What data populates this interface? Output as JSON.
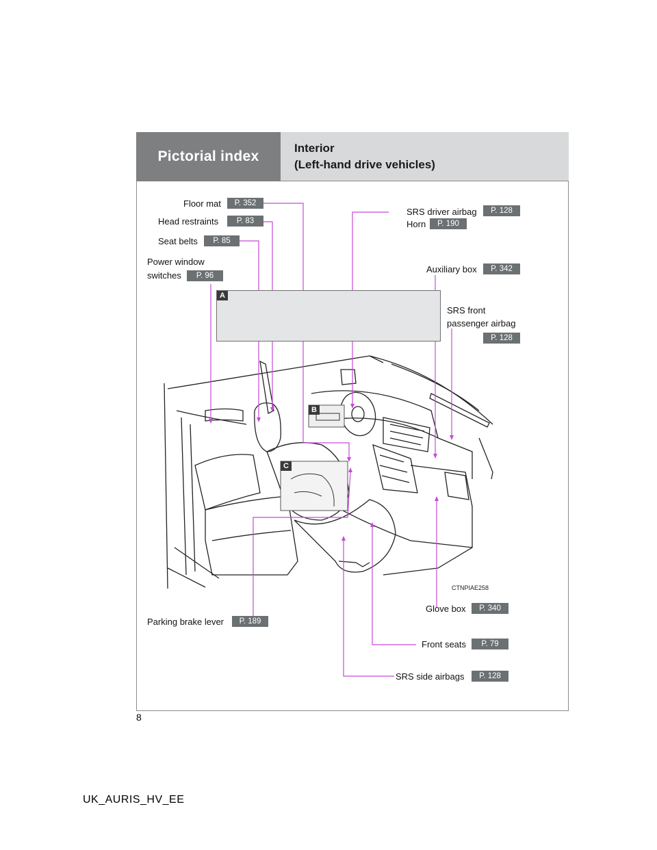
{
  "header": {
    "section": "Pictorial index",
    "title_line1": "Interior",
    "title_line2": "(Left-hand drive vehicles)"
  },
  "callouts": {
    "floor_mat": {
      "label": "Floor mat",
      "page": "P. 352"
    },
    "head_restraints": {
      "label": "Head restraints",
      "page": "P. 83"
    },
    "seat_belts": {
      "label": "Seat belts",
      "page": "P. 85"
    },
    "power_window": {
      "label_line1": "Power window",
      "label_line2": "switches",
      "page": "P. 96"
    },
    "srs_driver_airbag": {
      "label": "SRS driver airbag",
      "page": "P. 128"
    },
    "horn": {
      "label": "Horn",
      "page": "P. 190"
    },
    "auxiliary_box": {
      "label": "Auxiliary box",
      "page": "P. 342"
    },
    "srs_front_passenger": {
      "label_line1": "SRS front",
      "label_line2": "passenger airbag",
      "page": "P. 128"
    },
    "glove_box": {
      "label": "Glove box",
      "page": "P. 340"
    },
    "parking_brake": {
      "label": "Parking brake lever",
      "page": "P. 189"
    },
    "front_seats": {
      "label": "Front seats",
      "page": "P. 79"
    },
    "srs_side_airbags": {
      "label": "SRS side airbags",
      "page": "P. 128"
    }
  },
  "tags": {
    "a": "A",
    "b": "B",
    "c": "C"
  },
  "illustration_code": "CTNPIAE258",
  "page_number": "8",
  "footer": "UK_AURIS_HV_EE",
  "colors": {
    "callout_line": "#c44ad6",
    "ref_badge": "#6b7073",
    "header_dark": "#7d7f81",
    "header_light": "#d8d9da"
  }
}
